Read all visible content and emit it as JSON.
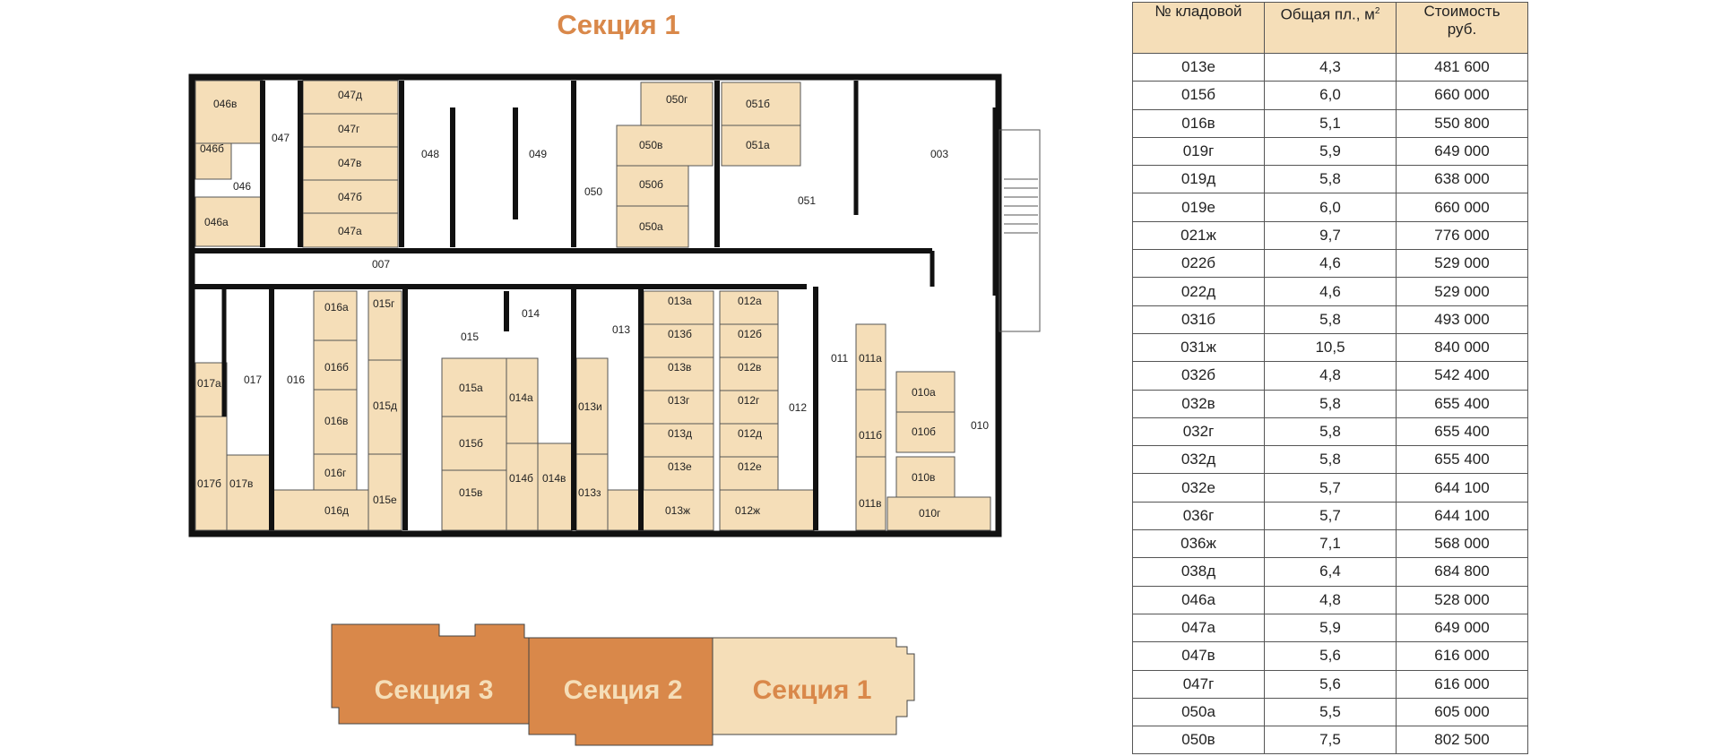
{
  "plan": {
    "title": "Секция 1",
    "rooms_top": [
      {
        "id": "r046v",
        "label": "046в"
      },
      {
        "id": "r046b",
        "label": "046б"
      },
      {
        "id": "r046",
        "label": "046"
      },
      {
        "id": "r046a",
        "label": "046а"
      },
      {
        "id": "r047",
        "label": "047"
      },
      {
        "id": "r047d",
        "label": "047д"
      },
      {
        "id": "r047g",
        "label": "047г"
      },
      {
        "id": "r047v",
        "label": "047в"
      },
      {
        "id": "r047b",
        "label": "047б"
      },
      {
        "id": "r047a",
        "label": "047а"
      },
      {
        "id": "r048",
        "label": "048"
      },
      {
        "id": "r049",
        "label": "049"
      },
      {
        "id": "r050",
        "label": "050"
      },
      {
        "id": "r050g",
        "label": "050г"
      },
      {
        "id": "r050v",
        "label": "050в"
      },
      {
        "id": "r050b",
        "label": "050б"
      },
      {
        "id": "r050a",
        "label": "050а"
      },
      {
        "id": "r051b",
        "label": "051б"
      },
      {
        "id": "r051a",
        "label": "051а"
      },
      {
        "id": "r051",
        "label": "051"
      },
      {
        "id": "r003",
        "label": "003"
      },
      {
        "id": "r007",
        "label": "007"
      }
    ],
    "rooms_bottom": [
      {
        "id": "r017a",
        "label": "017а"
      },
      {
        "id": "r017",
        "label": "017"
      },
      {
        "id": "r017b",
        "label": "017б"
      },
      {
        "id": "r017v",
        "label": "017в"
      },
      {
        "id": "r016",
        "label": "016"
      },
      {
        "id": "r016a",
        "label": "016а"
      },
      {
        "id": "r016b",
        "label": "016б"
      },
      {
        "id": "r016v",
        "label": "016в"
      },
      {
        "id": "r016g",
        "label": "016г"
      },
      {
        "id": "r016d",
        "label": "016д"
      },
      {
        "id": "r015g",
        "label": "015г"
      },
      {
        "id": "r015d",
        "label": "015д"
      },
      {
        "id": "r015e",
        "label": "015е"
      },
      {
        "id": "r015",
        "label": "015"
      },
      {
        "id": "r015a",
        "label": "015а"
      },
      {
        "id": "r015b",
        "label": "015б"
      },
      {
        "id": "r015v",
        "label": "015в"
      },
      {
        "id": "r014",
        "label": "014"
      },
      {
        "id": "r014a",
        "label": "014а"
      },
      {
        "id": "r014b",
        "label": "014б"
      },
      {
        "id": "r014v",
        "label": "014в"
      },
      {
        "id": "r013",
        "label": "013"
      },
      {
        "id": "r013i",
        "label": "013и"
      },
      {
        "id": "r013z",
        "label": "013з"
      },
      {
        "id": "r013a",
        "label": "013а"
      },
      {
        "id": "r013b",
        "label": "013б"
      },
      {
        "id": "r013v",
        "label": "013в"
      },
      {
        "id": "r013g",
        "label": "013г"
      },
      {
        "id": "r013d",
        "label": "013д"
      },
      {
        "id": "r013e",
        "label": "013е"
      },
      {
        "id": "r013zh",
        "label": "013ж"
      },
      {
        "id": "r012a",
        "label": "012а"
      },
      {
        "id": "r012b",
        "label": "012б"
      },
      {
        "id": "r012v",
        "label": "012в"
      },
      {
        "id": "r012g",
        "label": "012г"
      },
      {
        "id": "r012d",
        "label": "012д"
      },
      {
        "id": "r012e",
        "label": "012е"
      },
      {
        "id": "r012zh",
        "label": "012ж"
      },
      {
        "id": "r012",
        "label": "012"
      },
      {
        "id": "r011",
        "label": "011"
      },
      {
        "id": "r011a",
        "label": "011а"
      },
      {
        "id": "r011b",
        "label": "011б"
      },
      {
        "id": "r011v",
        "label": "011в"
      },
      {
        "id": "r010a",
        "label": "010а"
      },
      {
        "id": "r010b",
        "label": "010б"
      },
      {
        "id": "r010v",
        "label": "010в"
      },
      {
        "id": "r010g",
        "label": "010г"
      },
      {
        "id": "r010",
        "label": "010"
      }
    ]
  },
  "sections": {
    "s3": "Секция 3",
    "s2": "Секция 2",
    "s1": "Секция 1"
  },
  "colors": {
    "accent": "#d9884a",
    "storage_fill": "#f5deb8",
    "section_dark": "#d9884a",
    "section_light": "#f5deb8",
    "wall": "#111111"
  },
  "table": {
    "headers": {
      "number": "№ кладовой",
      "area": "Общая пл., м",
      "area_sup": "2",
      "price_line1": "Стоимость",
      "price_line2": "руб."
    },
    "rows": [
      {
        "number": "013е",
        "area": "4,3",
        "price": "481 600"
      },
      {
        "number": "015б",
        "area": "6,0",
        "price": "660 000"
      },
      {
        "number": "016в",
        "area": "5,1",
        "price": "550 800"
      },
      {
        "number": "019г",
        "area": "5,9",
        "price": "649 000"
      },
      {
        "number": "019д",
        "area": "5,8",
        "price": "638 000"
      },
      {
        "number": "019е",
        "area": "6,0",
        "price": "660 000"
      },
      {
        "number": "021ж",
        "area": "9,7",
        "price": "776 000"
      },
      {
        "number": "022б",
        "area": "4,6",
        "price": "529 000"
      },
      {
        "number": "022д",
        "area": "4,6",
        "price": "529 000"
      },
      {
        "number": "031б",
        "area": "5,8",
        "price": "493 000"
      },
      {
        "number": "031ж",
        "area": "10,5",
        "price": "840 000"
      },
      {
        "number": "032б",
        "area": "4,8",
        "price": "542 400"
      },
      {
        "number": "032в",
        "area": "5,8",
        "price": "655 400"
      },
      {
        "number": "032г",
        "area": "5,8",
        "price": "655 400"
      },
      {
        "number": "032д",
        "area": "5,8",
        "price": "655 400"
      },
      {
        "number": "032е",
        "area": "5,7",
        "price": "644 100"
      },
      {
        "number": "036г",
        "area": "5,7",
        "price": "644 100"
      },
      {
        "number": "036ж",
        "area": "7,1",
        "price": "568 000"
      },
      {
        "number": "038д",
        "area": "6,4",
        "price": "684 800"
      },
      {
        "number": "046а",
        "area": "4,8",
        "price": "528 000"
      },
      {
        "number": "047а",
        "area": "5,9",
        "price": "649 000"
      },
      {
        "number": "047в",
        "area": "5,6",
        "price": "616 000"
      },
      {
        "number": "047г",
        "area": "5,6",
        "price": "616 000"
      },
      {
        "number": "050а",
        "area": "5,5",
        "price": "605 000"
      },
      {
        "number": "050в",
        "area": "7,5",
        "price": "802 500"
      }
    ]
  }
}
